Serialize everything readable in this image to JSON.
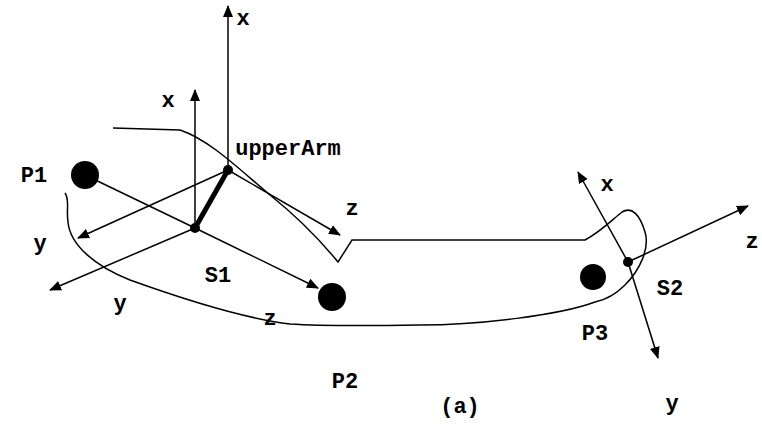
{
  "diagram": {
    "labels": [
      "x",
      "x",
      "upperArm",
      "P1",
      "z",
      "y",
      "S1",
      "y",
      "z",
      "x",
      "z",
      "S2",
      "P3",
      "y",
      "P2",
      "(a)"
    ]
  }
}
